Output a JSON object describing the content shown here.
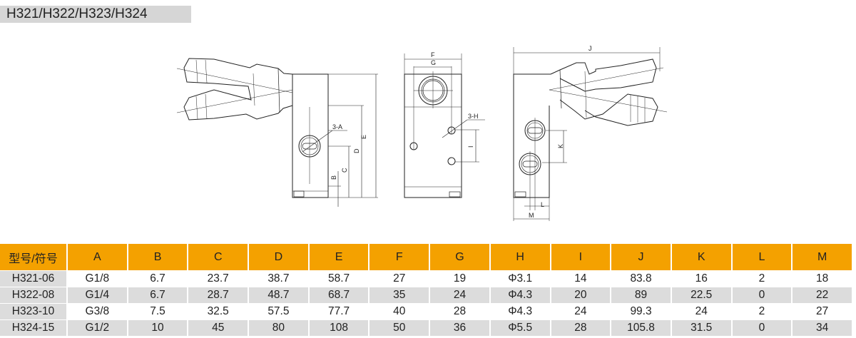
{
  "title": "H321/H322/H323/H324",
  "drawing_labels": {
    "A": "3-A",
    "B": "B",
    "C": "C",
    "D": "D",
    "E": "E",
    "F": "F",
    "G": "G",
    "H": "3-H",
    "I": "I",
    "J": "J",
    "K": "K",
    "L": "L",
    "M": "M"
  },
  "table": {
    "headers": [
      "型号/符号",
      "A",
      "B",
      "C",
      "D",
      "E",
      "F",
      "G",
      "H",
      "I",
      "J",
      "K",
      "L",
      "M"
    ],
    "rows": [
      [
        "H321-06",
        "G1/8",
        "6.7",
        "23.7",
        "38.7",
        "58.7",
        "27",
        "19",
        "Φ3.1",
        "14",
        "83.8",
        "16",
        "2",
        "18"
      ],
      [
        "H322-08",
        "G1/4",
        "6.7",
        "28.7",
        "48.7",
        "68.7",
        "35",
        "24",
        "Φ4.3",
        "20",
        "89",
        "22.5",
        "0",
        "22"
      ],
      [
        "H323-10",
        "G3/8",
        "7.5",
        "32.5",
        "57.5",
        "77.7",
        "40",
        "28",
        "Φ4.3",
        "24",
        "99.3",
        "24",
        "2",
        "27"
      ],
      [
        "H324-15",
        "G1/2",
        "10",
        "45",
        "80",
        "108",
        "50",
        "36",
        "Φ5.5",
        "28",
        "105.8",
        "31.5",
        "0",
        "34"
      ]
    ]
  }
}
